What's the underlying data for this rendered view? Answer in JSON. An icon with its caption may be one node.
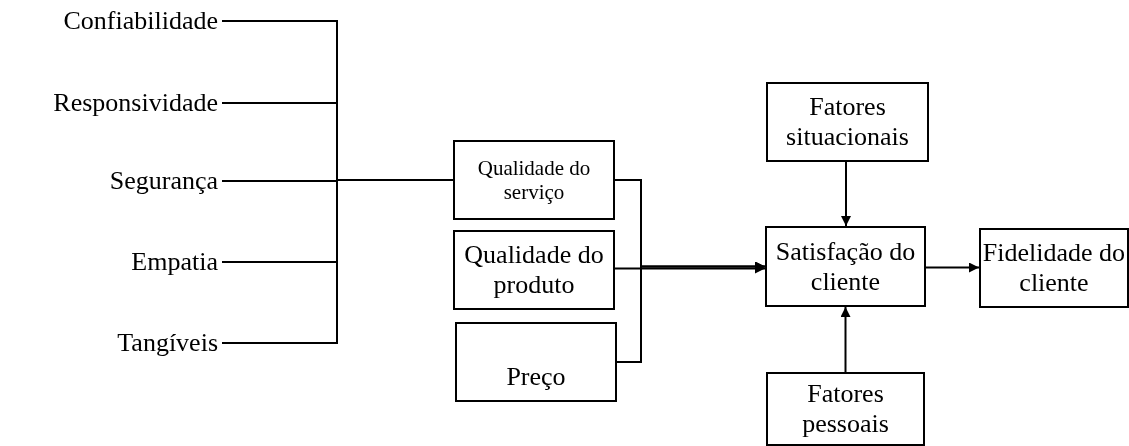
{
  "diagram": {
    "nodes": [
      {
        "text": [
          "Confiabilidade"
        ]
      },
      {
        "text": [
          "Responsividade"
        ]
      },
      {
        "text": [
          "Segurança"
        ]
      },
      {
        "text": [
          "Empatia"
        ]
      },
      {
        "text": [
          "Tangíveis"
        ]
      },
      {
        "text": [
          "Qualidade do serviço"
        ]
      },
      {
        "text": [
          "Qualidade do produto"
        ]
      },
      {
        "text": [
          "Preço"
        ]
      },
      {
        "text": [
          "Fatores situacionais"
        ]
      },
      {
        "text": [
          "Satisfação do cliente"
        ]
      },
      {
        "text": [
          "Fidelidade do cliente"
        ]
      },
      {
        "text": [
          "Fatores pessoais"
        ]
      }
    ],
    "edges": [
      {
        "from": 0,
        "to": 5,
        "arrow": "none"
      },
      {
        "from": 1,
        "to": 5,
        "arrow": "none"
      },
      {
        "from": 2,
        "to": 5,
        "arrow": "none"
      },
      {
        "from": 3,
        "to": 5,
        "arrow": "none"
      },
      {
        "from": 4,
        "to": 5,
        "arrow": "none"
      },
      {
        "from": 5,
        "to": 9,
        "arrow": "to"
      },
      {
        "from": 6,
        "to": 9,
        "arrow": "to"
      },
      {
        "from": 7,
        "to": 9,
        "arrow": "to"
      },
      {
        "from": 8,
        "to": 9,
        "arrow": "to"
      },
      {
        "from": 11,
        "to": 9,
        "arrow": "to"
      },
      {
        "from": 9,
        "to": 10,
        "arrow": "to"
      }
    ]
  }
}
